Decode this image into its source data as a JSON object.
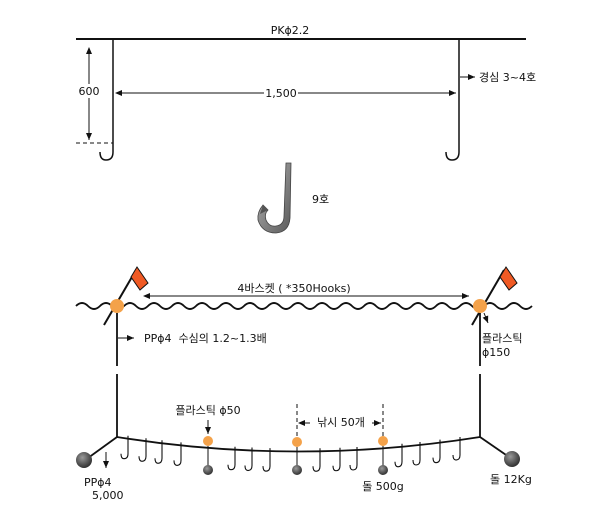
{
  "top_section": {
    "mainline_label": "PKϕ2.2",
    "depth_label": "600",
    "spacing_label": "1,500",
    "branch_label": "경심 3~4호"
  },
  "hook": {
    "label": "9호",
    "color": "#8a8a8a"
  },
  "bottom_section": {
    "basket_label": "4바스켓 ( *350Hooks)",
    "float_line_label": "PPϕ4  수심의 1.2~1.3배",
    "end_float_label_1": "플라스틱",
    "end_float_label_2": "ϕ150",
    "mid_float_label": "플라스틱 ϕ50",
    "hook_spacing_label": "낚시 50개",
    "anchor_line_label_1": "PPϕ4",
    "anchor_line_label_2": "5,000",
    "sinker_label": "돌 500g",
    "anchor_label": "돌 12Kg"
  },
  "colors": {
    "float": "#f4a24a",
    "flag": "#f05a24",
    "line": "#111111"
  }
}
